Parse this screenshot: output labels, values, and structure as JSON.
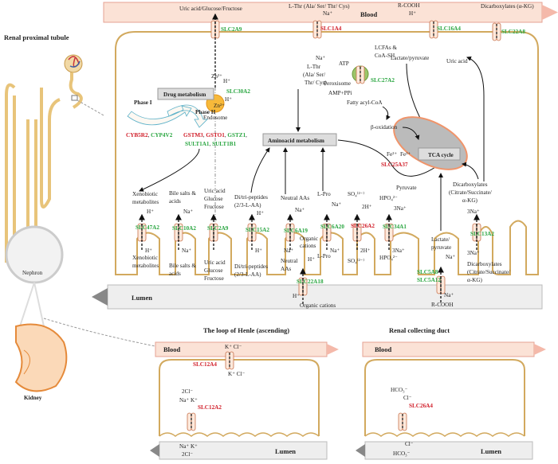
{
  "colors": {
    "transporter_up": "#2aa641",
    "transporter_down": "#d1202b",
    "membrane": "#d2a95e",
    "blood": "#fbe2d6",
    "lumen": "#eeeeee"
  },
  "proximal": {
    "title": "Renal proximal tubule",
    "blood": "Blood",
    "lumen": "Lumen",
    "top": {
      "uric": "Uric acid/Glucose/Fructose",
      "lthr": "L-Thr (Ala/ Ser/ Thr/ Cys)",
      "na": "Na⁺",
      "rcooh": "R-COOH",
      "h": "H⁺",
      "dicarb": "Dicarboxylates (α-KG)"
    },
    "top_transporters": [
      "SLC2A9",
      "SLC1A4",
      "SLC16A4",
      "SLC22A8"
    ],
    "inner": {
      "na": "Na⁺",
      "lthr1": "L-Thr",
      "lthr2": "(Ala/ Ser/",
      "lthr3": "Thr/ Cys)",
      "zn": "Zn²⁺",
      "h": "H⁺",
      "zn2": "Zn²⁺",
      "h2": "H⁺",
      "slc30a2": "SLC30A2",
      "endosome": "Endosome",
      "drug": "Drug metabolism",
      "phase1": "Phase I",
      "phase2": "Phase II",
      "cyb5r2": "CYB5R2",
      "cyp4v2": "CYP4V2",
      "gstm3": "GSTM3",
      "gsto1": "GSTO1",
      "gstz1": "GSTZ1",
      "sult1a1": "SULT1A1",
      "sult1b1": "SULT1B1",
      "aa_metab": "Aminoacid metabolism",
      "lcfa1": "LCFAs &",
      "lcfa2": "CoA-SH",
      "atp": "ATP",
      "slc27a2": "SLC27A2",
      "perox": "Peroxisome",
      "amp": "AMP+PPi",
      "fatty": "Fatty acyl-CoA",
      "lactate": "Lactate/pyruvate",
      "uric": "Uric acid",
      "boxid": "β-oxidation",
      "tca": "TCA cycle",
      "fe1": "Fe²⁺",
      "fe2": "Fe²⁺",
      "slc25a37": "SLC25A37",
      "pyruvate": "Pyruvate",
      "dicarb1": "Dicarboxylates",
      "dicarb2": "(Citrate/Succinate/",
      "dicarb3": "α-KG)"
    },
    "apical": [
      {
        "name": "SLC47A2",
        "top": [
          "Xenobiotic",
          "metabolites"
        ],
        "ion_top": "H⁺",
        "ion_bot": "H⁺",
        "bot": [
          "Xenobiotic",
          "metabolites"
        ]
      },
      {
        "name": "SLC10A2",
        "top": [
          "Bile salts &",
          "acids"
        ],
        "ion_top": "Na⁺",
        "ion_bot": "Na⁺",
        "bot": [
          "Bile salts &",
          "acids"
        ]
      },
      {
        "name": "SLC2A9",
        "top": [
          "Uric acid",
          "Glucose",
          "Fructose"
        ],
        "bot": [
          "Uric acid",
          "Glucose",
          "Fructose"
        ]
      },
      {
        "name": "SLC15A2",
        "top": [
          "Di/tri-peptides",
          "(2/3-L-AA)"
        ],
        "ion_top": "H⁺",
        "ion_bot": "H⁺",
        "bot": [
          "Di/tri-peptides",
          "(2/3-L-AA)"
        ]
      },
      {
        "name": "SLC6A19",
        "top": [
          "Neutral AAs"
        ],
        "ion_top": "Na⁺",
        "ion_bot": "Na⁺",
        "bot": [
          "Neutral",
          "AAs"
        ]
      },
      {
        "name": "SLC22A18",
        "top": [
          "Organic",
          "cations"
        ],
        "ion_top": "H⁺",
        "ion_bot": "H⁺",
        "bot": [
          "Organic cations"
        ]
      },
      {
        "name": "SLC6A20",
        "top": [
          "L-Pro"
        ],
        "ion_top": "Na⁺",
        "ion_bot": "Na⁺",
        "bot": [
          "L-Pro"
        ]
      },
      {
        "name": "SLC26A2",
        "top": [
          "SO₄⁽²⁻⁾"
        ],
        "ion_top": "2H⁺",
        "ion_bot": "2H⁺",
        "bot": [
          "SO₄⁽²⁻⁾"
        ]
      },
      {
        "name": "SLC34A1",
        "top": [
          "HPO₄²⁻"
        ],
        "ion_top": "3Na⁺",
        "ion_bot": "3Na⁺",
        "bot": [
          "HPO₄²⁻"
        ]
      },
      {
        "name": "SLC5A8",
        "name2": "SLC5A12",
        "top": [
          "Lactate/",
          "pyruvate"
        ],
        "ion_top": "Na⁺",
        "ion_bot": "Na⁺",
        "bot": [
          "R-COOH"
        ]
      },
      {
        "name": "SLC13A2",
        "top": [
          "3Na⁺"
        ],
        "bot": [
          "3Na⁺",
          "Dicarboxylates",
          "(Citrate/Succinate/",
          "α-KG)"
        ]
      }
    ]
  },
  "henle": {
    "title": "The loop of Henle (ascending)",
    "blood": "Blood",
    "lumen": "Lumen",
    "basal": "SLC12A4",
    "k": "K⁺",
    "cl": "Cl⁻",
    "apical": "SLC12A2",
    "cl2": "2Cl⁻",
    "na": "Na⁺"
  },
  "collecting": {
    "title": "Renal collecting duct",
    "blood": "Blood",
    "lumen": "Lumen",
    "apical": "SLC26A4",
    "hco3": "HCO₃⁻",
    "cl": "Cl⁻"
  },
  "left": {
    "nephron": "Nephron",
    "kidney": "Kidney"
  }
}
